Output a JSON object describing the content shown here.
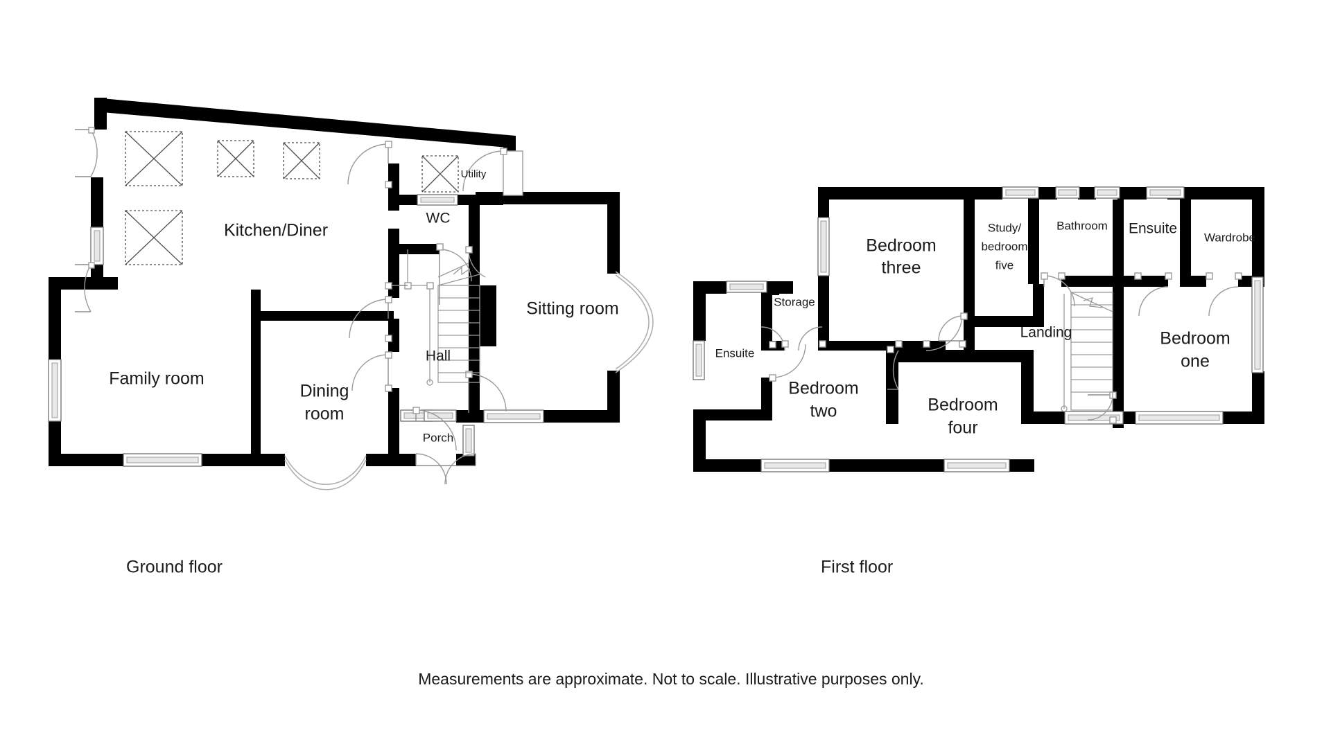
{
  "document": {
    "type": "floor-plan",
    "background_color": "#ffffff",
    "line_color": "#000000",
    "caption": "Measurements are approximate. Not to scale. Illustrative purposes only."
  },
  "floors": [
    {
      "id": "ground",
      "label": "Ground floor",
      "rooms": [
        {
          "id": "kitchen-diner",
          "label": "Kitchen/Diner"
        },
        {
          "id": "utility",
          "label": "Utility"
        },
        {
          "id": "wc",
          "label": "WC"
        },
        {
          "id": "sitting-room",
          "label": "Sitting room"
        },
        {
          "id": "hall",
          "label": "Hall"
        },
        {
          "id": "family-room",
          "label": "Family room"
        },
        {
          "id": "dining-room-l1",
          "label": "Dining"
        },
        {
          "id": "dining-room-l2",
          "label": "room"
        },
        {
          "id": "porch",
          "label": "Porch"
        }
      ]
    },
    {
      "id": "first",
      "label": "First floor",
      "rooms": [
        {
          "id": "bedroom-three-l1",
          "label": "Bedroom"
        },
        {
          "id": "bedroom-three-l2",
          "label": "three"
        },
        {
          "id": "study-l1",
          "label": "Study/"
        },
        {
          "id": "study-l2",
          "label": "bedroom"
        },
        {
          "id": "study-l3",
          "label": "five"
        },
        {
          "id": "bathroom",
          "label": "Bathroom"
        },
        {
          "id": "ensuite-right",
          "label": "Ensuite"
        },
        {
          "id": "wardrobe",
          "label": "Wardrobe"
        },
        {
          "id": "landing",
          "label": "Landing"
        },
        {
          "id": "bedroom-one-l1",
          "label": "Bedroom"
        },
        {
          "id": "bedroom-one-l2",
          "label": "one"
        },
        {
          "id": "storage",
          "label": "Storage"
        },
        {
          "id": "ensuite-left",
          "label": "Ensuite"
        },
        {
          "id": "bedroom-two-l1",
          "label": "Bedroom"
        },
        {
          "id": "bedroom-two-l2",
          "label": "two"
        },
        {
          "id": "bedroom-four-l1",
          "label": "Bedroom"
        },
        {
          "id": "bedroom-four-l2",
          "label": "four"
        }
      ]
    }
  ]
}
